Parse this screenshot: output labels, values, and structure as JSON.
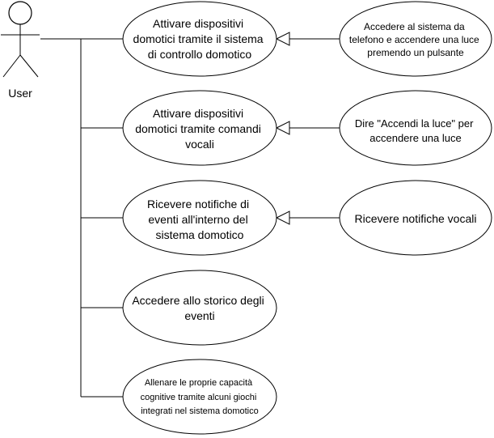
{
  "actor": {
    "label": "User"
  },
  "use_cases": [
    {
      "id": "uc1",
      "lines": [
        "Attivare dispositivi",
        "domotici tramite il sistema",
        "di controllo domotico"
      ]
    },
    {
      "id": "uc2",
      "lines": [
        "Attivare dispositivi",
        "domotici tramite comandi",
        "vocali"
      ]
    },
    {
      "id": "uc3",
      "lines": [
        "Ricevere notifiche di",
        "eventi all'interno del",
        "sistema domotico"
      ]
    },
    {
      "id": "uc4",
      "lines": [
        "Accedere allo storico degli",
        "eventi"
      ]
    },
    {
      "id": "uc5",
      "lines": [
        "Allenare le proprie capacità",
        "cognitive tramite alcuni giochi",
        "integrati nel sistema domotico"
      ]
    }
  ],
  "specializations": [
    {
      "id": "sp1",
      "parent": "uc1",
      "lines": [
        "Accedere al sistema da",
        "telefono e accendere una luce",
        "premendo un pulsante"
      ]
    },
    {
      "id": "sp2",
      "parent": "uc2",
      "lines": [
        "Dire \"Accendi la luce\" per",
        "accendere una luce"
      ]
    },
    {
      "id": "sp3",
      "parent": "uc3",
      "lines": [
        "Ricevere notifiche vocali"
      ]
    }
  ]
}
